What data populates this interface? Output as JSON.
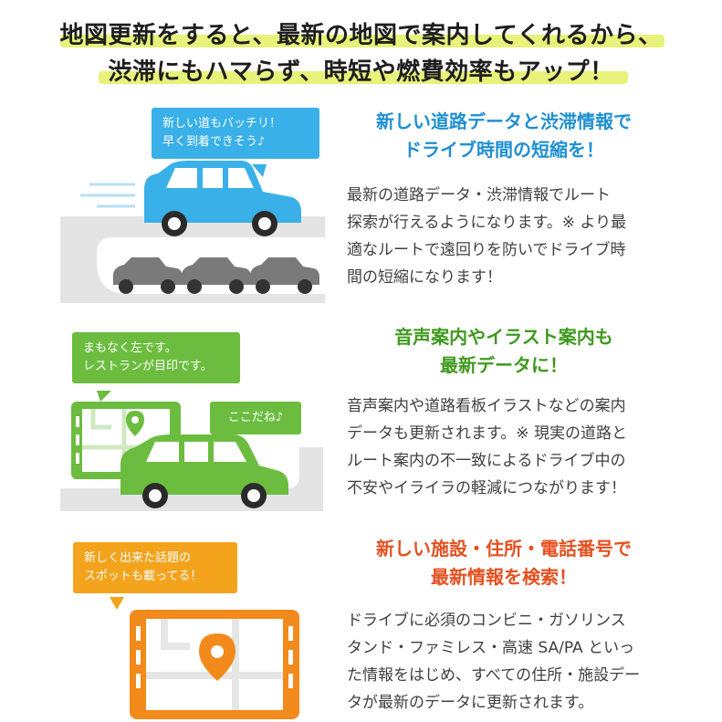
{
  "headline": {
    "line1": "地図更新をすると、最新の地図で案内してくれるから、",
    "line2": "渋滞にもハマらず、時短や燃費効率もアップ！"
  },
  "sections": [
    {
      "bubble_lines": [
        "新しい道もバッチリ！",
        "早く到着できそう♪"
      ],
      "title_lines": [
        "新しい道路データと渋滞情報で",
        "ドライブ時間の短縮を！"
      ],
      "body_lines": [
        "最新の道路データ・渋滞情報でルート",
        "探索が行えるようになります。※ より最",
        "適なルートで遠回りを防いでドライブ時",
        "間の短縮になります！"
      ]
    },
    {
      "bubble_lines": [
        "まもなく左です。",
        "レストランが目印です。"
      ],
      "bubble2": "ここだね♪",
      "title_lines": [
        "音声案内やイラスト案内も",
        "最新データに！"
      ],
      "body_lines": [
        "音声案内や道路看板イラストなどの案内",
        "データも更新されます。※ 現実の道路と",
        "ルート案内の不一致によるドライブ中の",
        "不安やイライラの軽減につながります！"
      ]
    },
    {
      "bubble_lines": [
        "新しく出来た話題の",
        "スポットも載ってる！"
      ],
      "title_lines": [
        "新しい施設・住所・電話番号で",
        "最新情報を検索！"
      ],
      "body_lines": [
        "ドライブに必須のコンビニ・ガソリンス",
        "タンド・ファミレス・高速 SA/PA といっ",
        "た情報をはじめ、すべての住所・施設デー",
        "タが最新のデータに更新されます。"
      ]
    }
  ],
  "colors": {
    "blue": "#1f8fd2",
    "green": "#3f9a1e",
    "orange": "#e4501f",
    "highlight": "#e8f27a",
    "road": "#e4e4e4",
    "car_gray": "#7a7a7a"
  },
  "icons": [
    "speed-lines-icon",
    "car-icon",
    "map-pin-icon",
    "navigation-screen-icon"
  ]
}
